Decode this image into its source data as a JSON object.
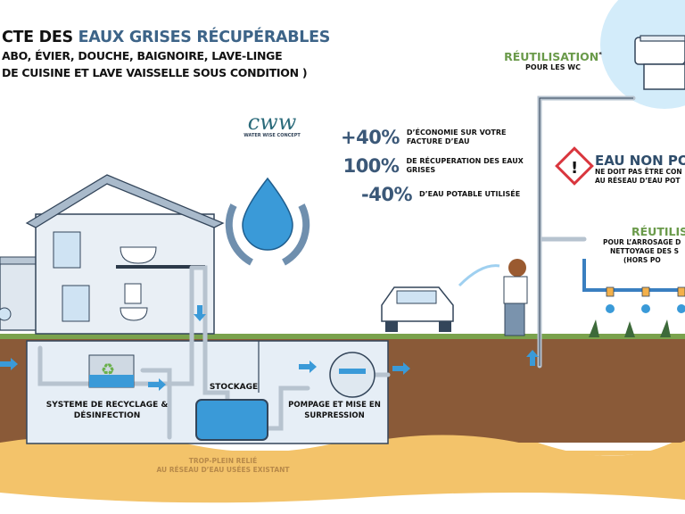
{
  "title": {
    "line1_dark": "CTE DES",
    "line1_accent": "EAUX GRISES RÉCUPÉRABLES",
    "line2": "ABO, ÉVIER, DOUCHE, BAIGNOIRE, LAVE-LINGE",
    "line3": "DE CUISINE ET LAVE VAISSELLE SOUS CONDITION )"
  },
  "logo": {
    "letters": "cww",
    "tagline": "WATER WISE CONCEPT"
  },
  "stats": [
    {
      "value": "+40%",
      "label": "D’ÉCONOMIE SUR VOTRE FACTURE D’EAU"
    },
    {
      "value": "100%",
      "label": "DE RÉCUPERATION DES EAUX GRISES"
    },
    {
      "value": "-40%",
      "label": "D’EAU POTABLE UTILISÉE"
    }
  ],
  "reuse_wc": {
    "title": "RÉUTILISATION",
    "asterisk": "*",
    "subtitle": "POUR LES WC"
  },
  "warning": {
    "title": "EAU NON POT",
    "line1": "NE DOIT PAS ÊTRE CON",
    "line2": "AU RÉSEAU D’EAU POT"
  },
  "reuse_garden": {
    "title": "RÉUTILIS",
    "line1": "POUR L’ARROSAGE D",
    "line2": "NETTOYAGE DES S",
    "line3": "(HORS PO"
  },
  "underground": {
    "recycling": "SYSTEME DE RECYCLAGE & DÉSINFECTION",
    "storage": "STOCKAGE",
    "pumping": "POMPAGE ET MISE EN SURPRESSION",
    "overflow_line1": "TROP-PLEIN RELIÉ",
    "overflow_line2": "AU RÉSEAU D’EAU USÉES EXISTANT"
  },
  "colors": {
    "accent": "#3d6488",
    "green": "#6a9a4a",
    "ground": "#8a5a38",
    "sand": "#f3c36a",
    "water": "#3a9ad8",
    "warning": "#d9363e"
  }
}
